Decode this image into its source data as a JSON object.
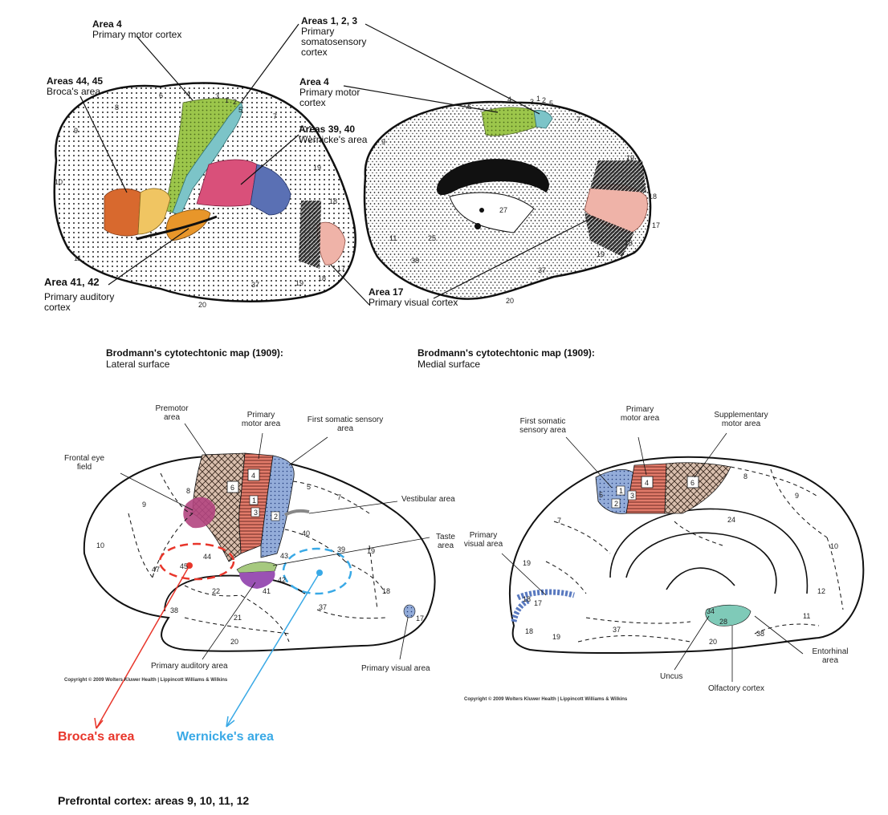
{
  "top": {
    "lateral": {
      "area4": {
        "title": "Area 4",
        "desc": "Primary motor cortex"
      },
      "area123": {
        "title": "Areas 1, 2, 3",
        "desc1": "Primary",
        "desc2": "somatosensory",
        "desc3": "cortex"
      },
      "area4445": {
        "title": "Areas 44, 45",
        "desc": "Broca's area"
      },
      "area3940": {
        "title": "Areas 39, 40",
        "desc": "Wernicke's area"
      },
      "area4142": {
        "title": "Area 41, 42",
        "desc1": "Primary auditory",
        "desc2": "cortex"
      },
      "caption_title": "Brodmann's cytotechtonic map (1909):",
      "caption_sub": "Lateral surface"
    },
    "medial": {
      "area4": {
        "title": "Area 4",
        "desc1": "Primary motor",
        "desc2": "cortex"
      },
      "area17": {
        "title": "Area 17",
        "desc": "Primary visual cortex"
      },
      "caption_title": "Brodmann's cytotechtonic map (1909):",
      "caption_sub": "Medial surface"
    },
    "lateral_numbers": [
      "4",
      "3",
      "1",
      "2",
      "5",
      "6",
      "7",
      "8",
      "9",
      "10",
      "11",
      "19",
      "18",
      "17",
      "37",
      "20",
      "19",
      "18"
    ],
    "medial_numbers": [
      "4",
      "3",
      "1",
      "2",
      "5",
      "6",
      "7",
      "9",
      "19",
      "18",
      "17",
      "27",
      "11",
      "38",
      "37",
      "20",
      "19",
      "18",
      "25"
    ]
  },
  "bottom": {
    "lateral": {
      "premotor": "Premotor area",
      "primary_motor": "Primary motor area",
      "first_somatic": "First somatic sensory area",
      "frontal_eye": "Frontal eye field",
      "vestibular": "Vestibular area",
      "taste": "Taste area",
      "primary_auditory": "Primary auditory area",
      "primary_visual": "Primary visual area",
      "copyright": "Copyright © 2009 Wolters Kluwer Health | Lippincott Williams & Wilkins",
      "numbers": [
        "6",
        "4",
        "1",
        "3",
        "2",
        "5",
        "7",
        "8",
        "9",
        "10",
        "40",
        "43",
        "39",
        "19",
        "44",
        "45",
        "47",
        "22",
        "41",
        "42",
        "38",
        "21",
        "37",
        "18",
        "17",
        "20"
      ]
    },
    "medial": {
      "first_somatic": "First somatic sensory area",
      "primary_motor": "Primary motor area",
      "supplementary": "Supplementary motor area",
      "primary_visual": "Primary visual area",
      "uncus": "Uncus",
      "olfactory": "Olfactory cortex",
      "entorhinal": "Entorhinal area",
      "copyright": "Copyright © 2009 Wolters Kluwer Health | Lippincott Williams & Wilkins",
      "numbers": [
        "1",
        "2",
        "3",
        "4",
        "6",
        "5",
        "8",
        "9",
        "7",
        "24",
        "10",
        "19",
        "18",
        "17",
        "18",
        "12",
        "11",
        "34",
        "28",
        "37",
        "19",
        "20",
        "38"
      ]
    },
    "broca": "Broca's area",
    "wernicke": "Wernicke's area",
    "footer": "Prefrontal cortex: areas 9, 10, 11, 12"
  },
  "colors": {
    "motor_green": "#9cc64b",
    "somato_teal": "#7cc4c8",
    "broca_orange": "#d8692e",
    "broca_yellow": "#f0c562",
    "auditory_orange": "#e8962a",
    "wernicke_pink": "#d9507a",
    "wernicke_blue": "#5a70b4",
    "visual_pink": "#efb3a8",
    "hatch_brown": "#a0785a",
    "motor_red": "#e06b58",
    "sensory_blue": "#8fa7d8",
    "frontal_eye_magenta": "#b2457f",
    "taste_green": "#a6c97f",
    "auditory_purple": "#9a52b4",
    "olfactory_teal": "#7fcab8",
    "broca_red": "#e8362b",
    "wernicke_cyan": "#39a9e6"
  }
}
